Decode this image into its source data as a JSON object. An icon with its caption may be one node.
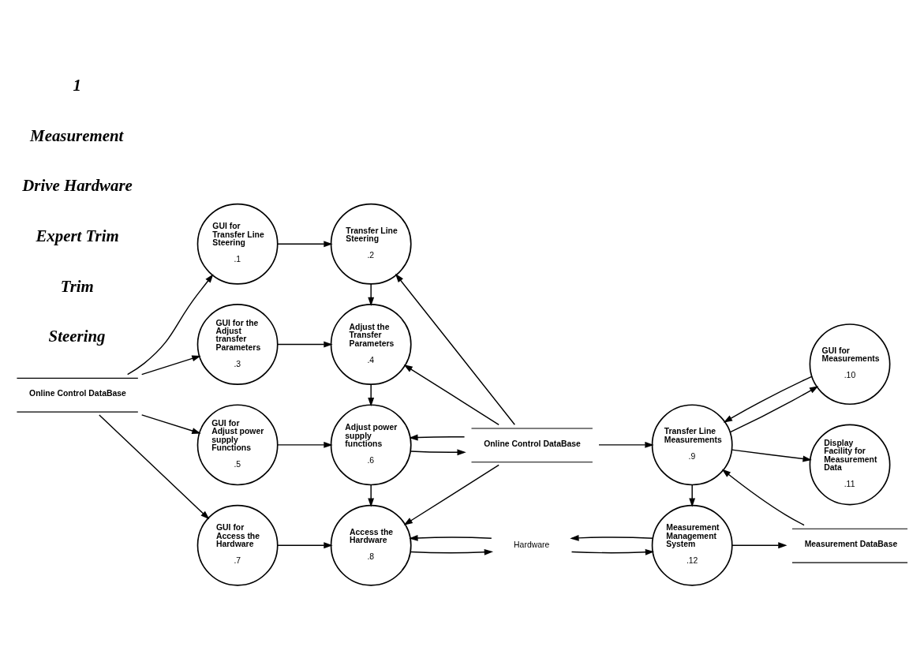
{
  "diagram": {
    "nodes": [
      {
        "text": [
          "Online Control DataBase"
        ]
      },
      {
        "text": [
          "GUI for Transfer Line Steering",
          ".1"
        ]
      },
      {
        "text": [
          "Transfer Line Steering",
          ".2"
        ]
      },
      {
        "text": [
          "GUI for the Adjust transfer Parameters",
          ".3"
        ]
      },
      {
        "text": [
          "Adjust the Transfer Parameters",
          ".4"
        ]
      },
      {
        "text": [
          "GUI for Adjust power supply Functions",
          ".5"
        ]
      },
      {
        "text": [
          "Adjust power supply functions",
          ".6"
        ]
      },
      {
        "text": [
          "GUI for Access the Hardware",
          ".7"
        ]
      },
      {
        "text": [
          "Access the Hardware",
          ".8"
        ]
      },
      {
        "text": [
          "Online Control DataBase"
        ]
      },
      {
        "text": [
          "GUI for Measurements",
          ".10"
        ]
      },
      {
        "text": [
          "Display Facility for Measurement Data",
          ".11"
        ]
      },
      {
        "text": [
          "Transfer Line Measurements",
          ".9"
        ]
      },
      {
        "text": [
          "Measurement DataBase"
        ]
      },
      {
        "text": [
          "Measurement Management System",
          ".12"
        ]
      },
      {
        "text": [
          "Hardware"
        ]
      }
    ],
    "edges": [
      {
        "from": 0,
        "to": 1,
        "arrow": "to"
      },
      {
        "from": 0,
        "to": 3,
        "arrow": "to"
      },
      {
        "from": 0,
        "to": 5,
        "arrow": "to"
      },
      {
        "from": 0,
        "to": 7,
        "arrow": "to"
      },
      {
        "from": 1,
        "to": 2,
        "arrow": "to"
      },
      {
        "from": 3,
        "to": 4,
        "arrow": "to"
      },
      {
        "from": 5,
        "to": 6,
        "arrow": "to"
      },
      {
        "from": 7,
        "to": 8,
        "arrow": "to"
      },
      {
        "from": 2,
        "to": 4,
        "arrow": "to"
      },
      {
        "from": 4,
        "to": 6,
        "arrow": "to"
      },
      {
        "from": 6,
        "to": 8,
        "arrow": "to"
      },
      {
        "from": 9,
        "to": 2,
        "arrow": "to"
      },
      {
        "from": 9,
        "to": 4,
        "arrow": "to"
      },
      {
        "from": 9,
        "to": 6,
        "arrow": "to"
      },
      {
        "from": 6,
        "to": 9,
        "arrow": "to"
      },
      {
        "from": 9,
        "to": 8,
        "arrow": "to"
      },
      {
        "from": 9,
        "to": 12,
        "arrow": "to"
      },
      {
        "from": 10,
        "to": 12,
        "arrow": "to"
      },
      {
        "from": 12,
        "to": 10,
        "arrow": "to"
      },
      {
        "from": 12,
        "to": 11,
        "arrow": "to"
      },
      {
        "from": 13,
        "to": 12,
        "arrow": "to"
      },
      {
        "from": 12,
        "to": 14,
        "arrow": "to"
      },
      {
        "from": 14,
        "to": 13,
        "arrow": "to"
      },
      {
        "from": 15,
        "to": 8,
        "arrow": "to"
      },
      {
        "from": 8,
        "to": 15,
        "arrow": "to"
      },
      {
        "from": 15,
        "to": 14,
        "arrow": "to"
      },
      {
        "from": 14,
        "to": 15,
        "arrow": "to"
      }
    ],
    "labels": [
      "Steering",
      "Trim",
      "Expert Trim",
      "Drive Hardware",
      "Measurement",
      "1"
    ]
  }
}
